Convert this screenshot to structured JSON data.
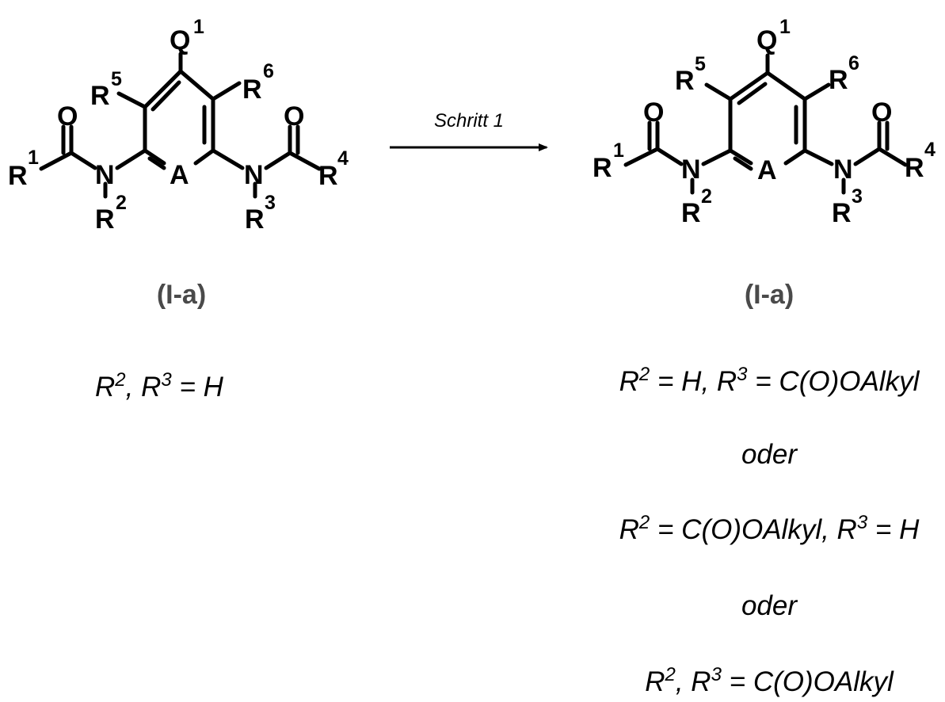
{
  "reaction": {
    "step_label": "Schritt 1",
    "reactant": {
      "label": "(I-a)",
      "condition": {
        "r2": "R",
        "r2_sup": "2",
        "sep": ", ",
        "r3": "R",
        "r3_sup": "3",
        "rest": " = H"
      }
    },
    "product": {
      "label": "(I-a)",
      "conditions": [
        {
          "a": "R",
          "a_sup": "2",
          "b": " = H, R",
          "b_sup": "3",
          "c": " = C(O)OAlkyl"
        },
        {
          "a": "R",
          "a_sup": "2",
          "b": " = C(O)OAlkyl, R",
          "b_sup": "3",
          "c": " = H"
        },
        {
          "a": "R",
          "a_sup": "2",
          "b": ", R",
          "b_sup": "3",
          "c": " = C(O)OAlkyl"
        }
      ],
      "separator": "oder"
    }
  },
  "atoms": {
    "Q": "Q",
    "R": "R",
    "O": "O",
    "N": "N",
    "A": "A",
    "sup1": "1",
    "sup2": "2",
    "sup3": "3",
    "sup4": "4",
    "sup5": "5",
    "sup6": "6"
  }
}
